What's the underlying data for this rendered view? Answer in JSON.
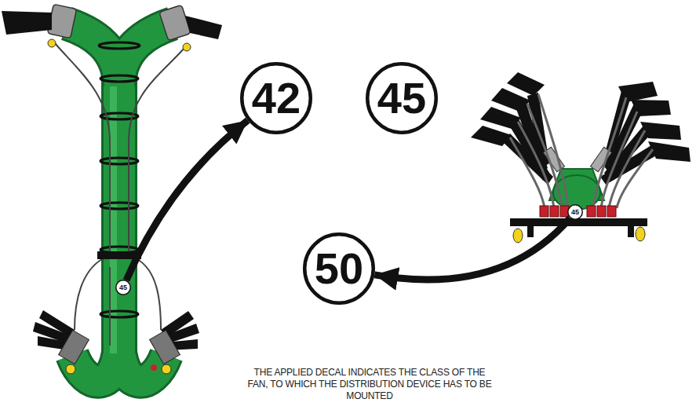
{
  "diagram": {
    "caption": "THE APPLIED DECAL INDICATES THE CLASS OF THE FAN, TO WHICH THE DISTRIBUTION DEVICE HAS TO BE MOUNTED",
    "nodes": [
      {
        "text": [
          "42"
        ]
      },
      {
        "text": [
          "45"
        ]
      },
      {
        "text": [
          "45"
        ]
      },
      {
        "text": [
          "50"
        ]
      },
      {
        "text": [
          "45"
        ]
      }
    ],
    "edges": [
      {
        "from": 4,
        "to": 0,
        "arrow": "to"
      },
      {
        "from": 2,
        "to": 3,
        "arrow": "to"
      }
    ]
  }
}
